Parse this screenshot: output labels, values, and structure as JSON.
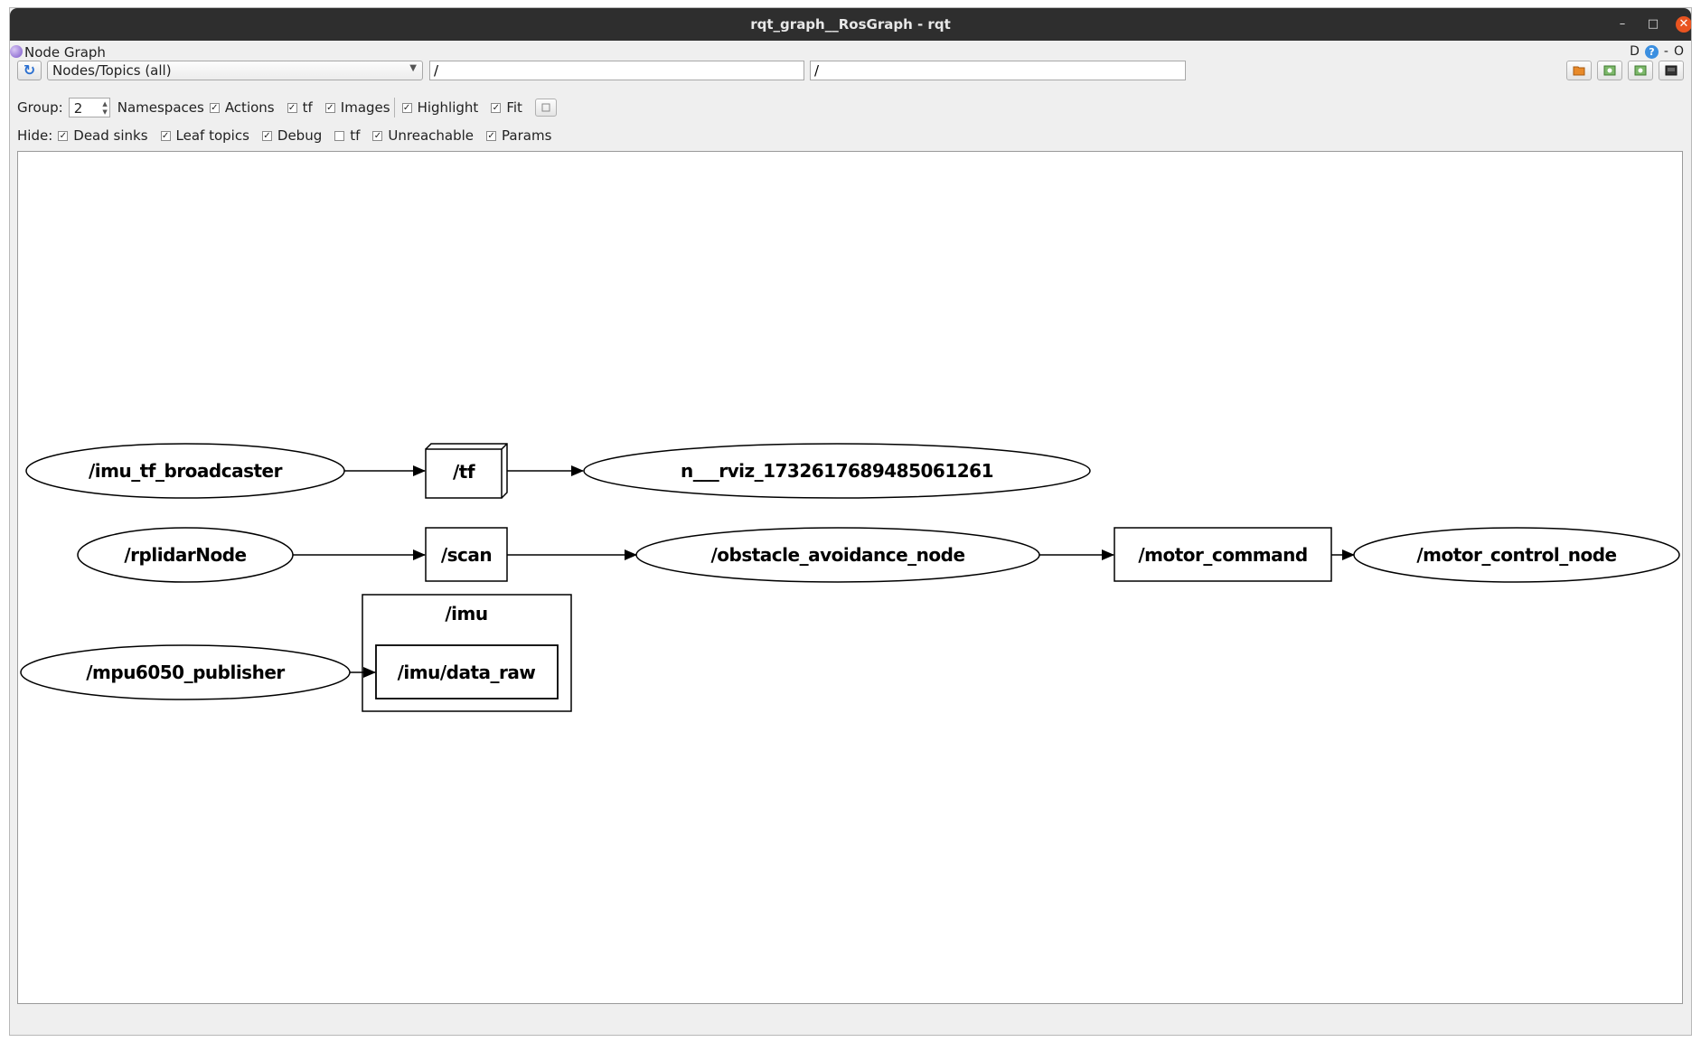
{
  "window": {
    "title": "rqt_graph__RosGraph - rqt"
  },
  "plugin": {
    "title": "Node Graph",
    "right_label": "D",
    "right_help": "?",
    "right_min": "-",
    "right_close": "O"
  },
  "toolbar": {
    "refresh_icon": "refresh-icon",
    "graph_type": "Nodes/Topics (all)",
    "filter_node": "/",
    "filter_topic": "/"
  },
  "options": {
    "group_label": "Group:",
    "group_value": "2",
    "namespaces": {
      "label": "Namespaces",
      "checked": true
    },
    "actions": {
      "label": "Actions",
      "checked": true
    },
    "tf": {
      "label": "tf",
      "checked": true
    },
    "images": {
      "label": "Images",
      "checked": true
    },
    "highlight": {
      "label": "Highlight",
      "checked": true
    },
    "fit": {
      "label": "Fit",
      "checked": true
    }
  },
  "hide": {
    "label": "Hide:",
    "dead_sinks": {
      "label": "Dead sinks",
      "checked": true
    },
    "leaf_topics": {
      "label": "Leaf topics",
      "checked": true
    },
    "debug": {
      "label": "Debug",
      "checked": true
    },
    "tf": {
      "label": "tf",
      "checked": false
    },
    "unreachable": {
      "label": "Unreachable",
      "checked": true
    },
    "params": {
      "label": "Params",
      "checked": true
    }
  },
  "graph": {
    "nodes": {
      "imu_tf_broadcaster": "/imu_tf_broadcaster",
      "rviz": "n___rviz_1732617689485061261",
      "rplidar": "/rplidarNode",
      "obstacle": "/obstacle_avoidance_node",
      "motor_control": "/motor_control_node",
      "mpu6050": "/mpu6050_publisher"
    },
    "topics": {
      "tf": "/tf",
      "scan": "/scan",
      "motor_command": "/motor_command",
      "imu_group": "/imu",
      "imu_data_raw": "/imu/data_raw"
    }
  }
}
